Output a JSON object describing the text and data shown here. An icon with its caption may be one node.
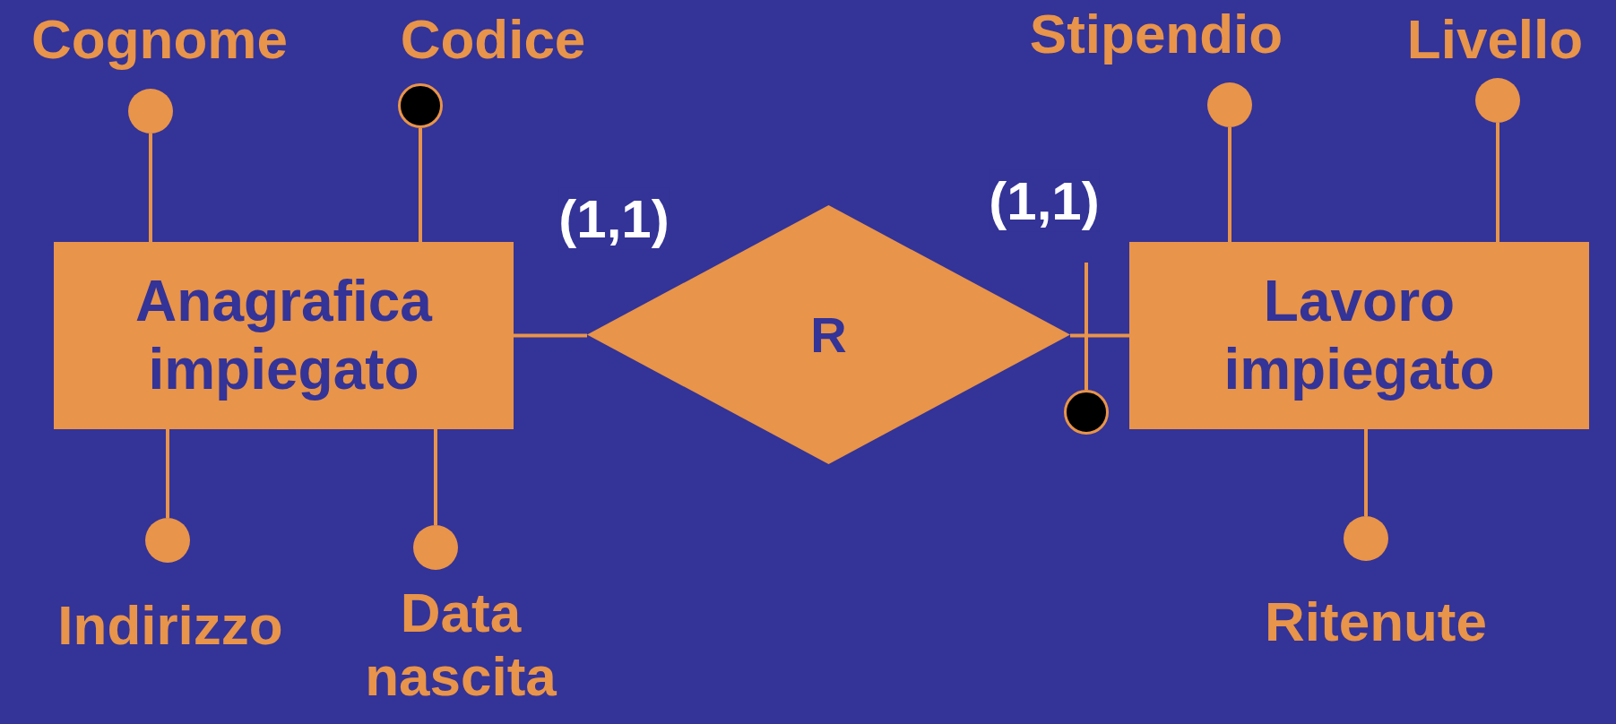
{
  "diagram": {
    "nodes": [
      {
        "text": [
          "Anagrafica impiegato"
        ]
      },
      {
        "text": [
          "R"
        ]
      },
      {
        "text": [
          "Lavoro impiegato"
        ]
      },
      {
        "text": [],
        "shape": "circle",
        "beside": [
          "Cognome"
        ]
      },
      {
        "text": [],
        "shape": "dot",
        "beside": [
          "Codice"
        ]
      },
      {
        "text": [],
        "shape": "circle",
        "beside": [
          "Stipendio"
        ]
      },
      {
        "text": [],
        "shape": "circle",
        "beside": [
          "Livello"
        ]
      },
      {
        "text": [],
        "shape": "circle",
        "beside": [
          "Indirizzo"
        ]
      },
      {
        "text": [],
        "shape": "circle",
        "beside": [
          "Data nascita"
        ]
      },
      {
        "text": [],
        "shape": "circle",
        "beside": [
          "Ritenute"
        ]
      },
      {
        "text": [],
        "shape": "dot"
      }
    ],
    "edges": [
      {
        "from": 0,
        "to": 1,
        "arrow": "none"
      },
      {
        "from": 1,
        "to": 2,
        "arrow": "none"
      },
      {
        "from": 0,
        "to": 3,
        "arrow": "none"
      },
      {
        "from": 0,
        "to": 4,
        "arrow": "none"
      },
      {
        "from": 2,
        "to": 5,
        "arrow": "none"
      },
      {
        "from": 2,
        "to": 6,
        "arrow": "none"
      },
      {
        "from": 0,
        "to": 7,
        "arrow": "none"
      },
      {
        "from": 0,
        "to": 8,
        "arrow": "none"
      },
      {
        "from": 2,
        "to": 9,
        "arrow": "none"
      },
      {
        "from": 10,
        "to": null,
        "arrow": "none"
      }
    ],
    "labels": [
      "(1,1)",
      "(1,1)"
    ]
  }
}
